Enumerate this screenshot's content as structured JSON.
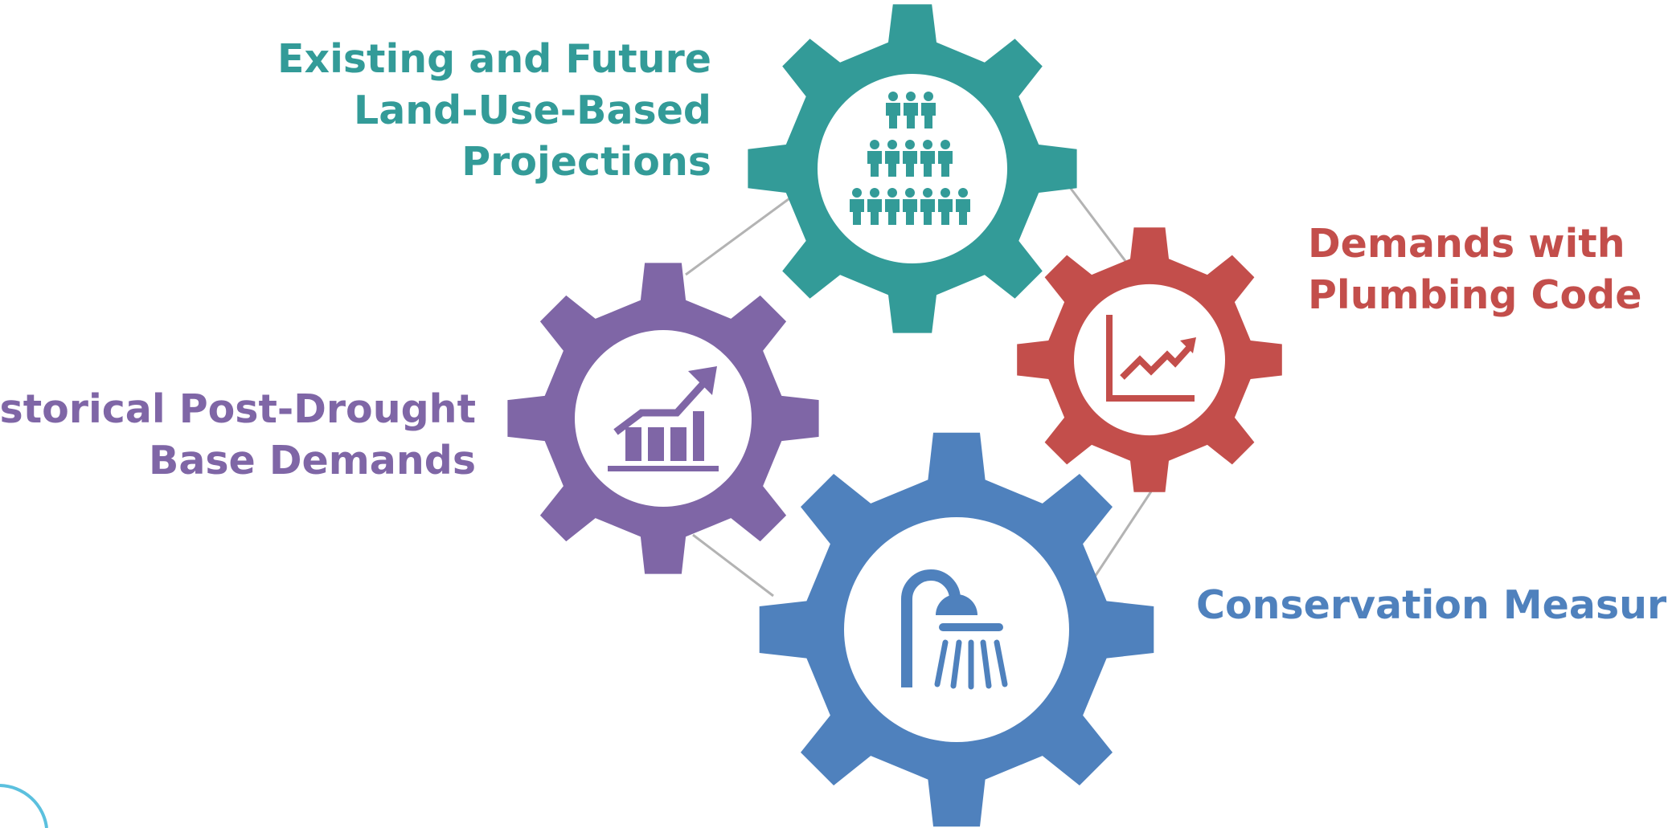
{
  "nodes": [
    {
      "id": "land-use",
      "lines": [
        "Existing and Future",
        "Land-Use-Based",
        "Projections"
      ],
      "color": "#339b98",
      "icon": "population-icon"
    },
    {
      "id": "historical",
      "lines": [
        "Historical Post-Drought",
        "Base Demands"
      ],
      "color": "#7f66a6",
      "icon": "bar-chart-growth-icon"
    },
    {
      "id": "plumbing",
      "lines": [
        "Demands with",
        "Plumbing Code"
      ],
      "color": "#c34e4b",
      "icon": "line-chart-icon"
    },
    {
      "id": "conservation",
      "lines": [
        "Conservation Measures"
      ],
      "color": "#4f81bd",
      "icon": "shower-icon"
    }
  ],
  "connector_color": "#b3b3b3"
}
